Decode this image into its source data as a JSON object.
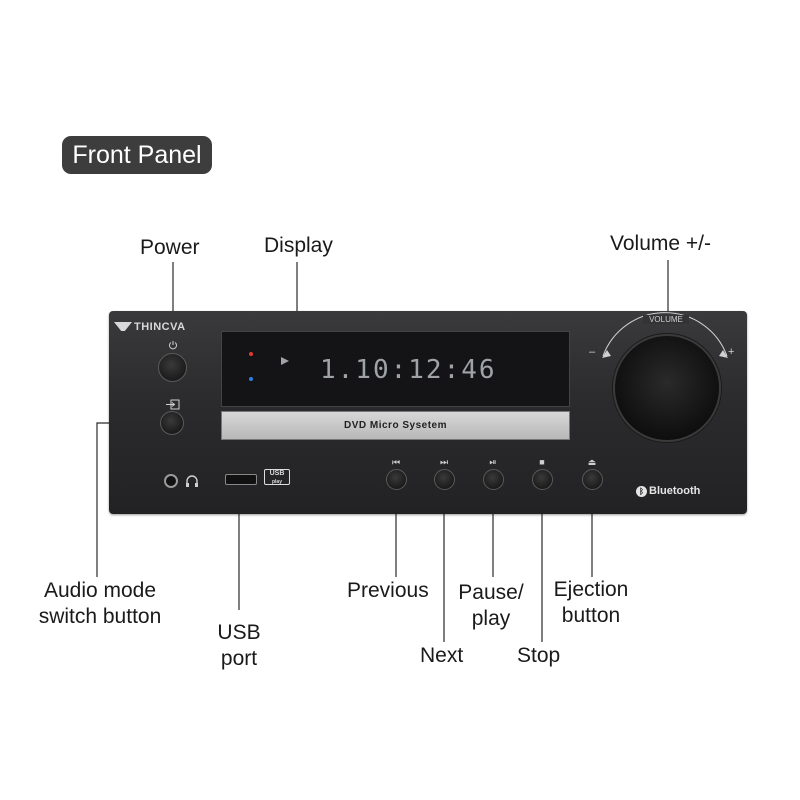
{
  "header": {
    "badge": "Front Panel"
  },
  "device": {
    "brand": "THINCVA",
    "display_time": "1.10:12:46",
    "disc_label": "DVD  Micro  Sysetem",
    "volume_ring_label": "VOLUME",
    "volume_minus": "–",
    "volume_plus": "+",
    "bluetooth_label": "Bluetooth",
    "usb_logo_top": "USB",
    "usb_logo_bottom": "play"
  },
  "callouts": {
    "power": "Power",
    "display": "Display",
    "volume": "Volume +/-",
    "audio_mode_line1": "Audio mode",
    "audio_mode_line2": "switch button",
    "usb_line1": "USB",
    "usb_line2": "port",
    "previous": "Previous",
    "next": "Next",
    "pause_line1": "Pause/",
    "pause_line2": "play",
    "stop": "Stop",
    "eject_line1": "Ejection",
    "eject_line2": "button"
  },
  "icons": [
    "power-icon",
    "input-icon",
    "previous-icon",
    "next-icon",
    "play-pause-icon",
    "stop-icon",
    "eject-icon",
    "bluetooth-icon",
    "headphone-icon",
    "play-indicator-icon"
  ],
  "colors": {
    "panel": "#2b2b2d",
    "badge": "#3d3d3d",
    "led_red": "#e03a2f",
    "led_blue": "#2a7fe0",
    "digits": "#9fa3a6"
  }
}
